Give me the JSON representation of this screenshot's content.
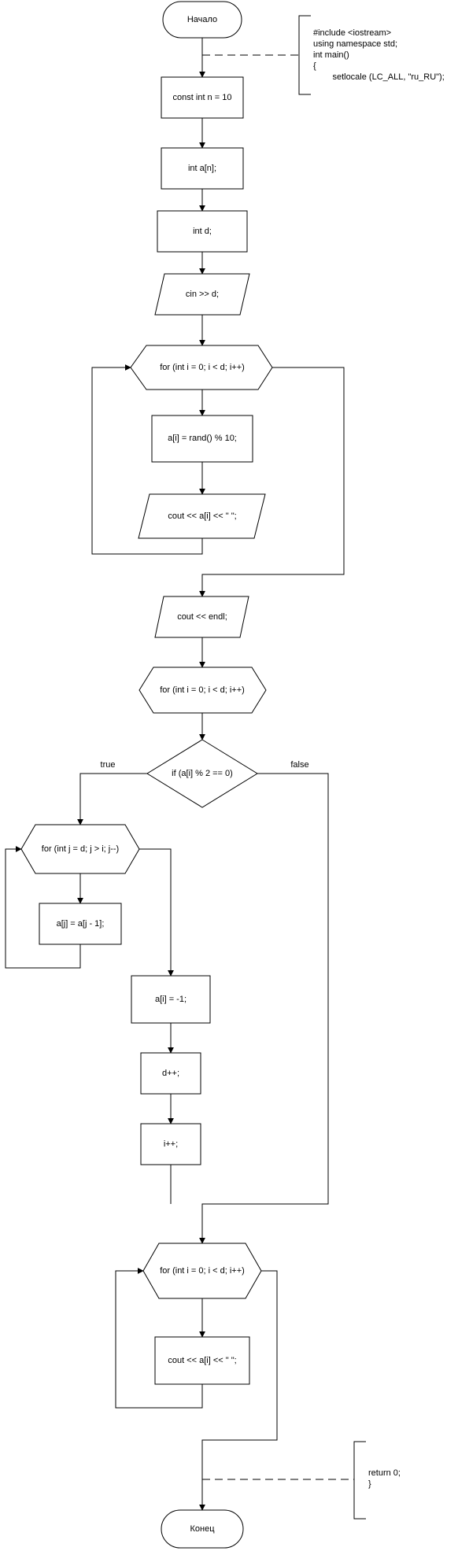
{
  "flowchart": {
    "start": "Начало",
    "end": "Конец",
    "preamble_note": [
      "#include <iostream>",
      "using namespace std;",
      "int main()",
      "{",
      "        setlocale (LC_ALL, \"ru_RU\");"
    ],
    "steps": {
      "const_n": "const int n = 10",
      "array_decl": "int a[n];",
      "d_decl": "int d;",
      "input_d": "cin >> d;",
      "loop1": "for (int i = 0; i < d; i++)",
      "rand_assign": "a[i] = rand() % 10;",
      "output1": "cout << a[i] << \" \";",
      "endl_output": "cout << endl;",
      "loop2": "for (int i = 0; i < d; i++)",
      "condition": "if (a[i] % 2 == 0)",
      "branch_true": "true",
      "branch_false": "false",
      "inner_loop": "for (int j = d; j > i; j--)",
      "shift": "a[j] = a[j - 1];",
      "assign_neg": "a[i] = -1;",
      "inc_d": "d++;",
      "inc_i": "i++;",
      "loop3": "for (int i = 0; i < d; i++)",
      "output3": "cout << a[i] << \" \";"
    },
    "return_note": [
      "return 0;",
      "}"
    ]
  }
}
